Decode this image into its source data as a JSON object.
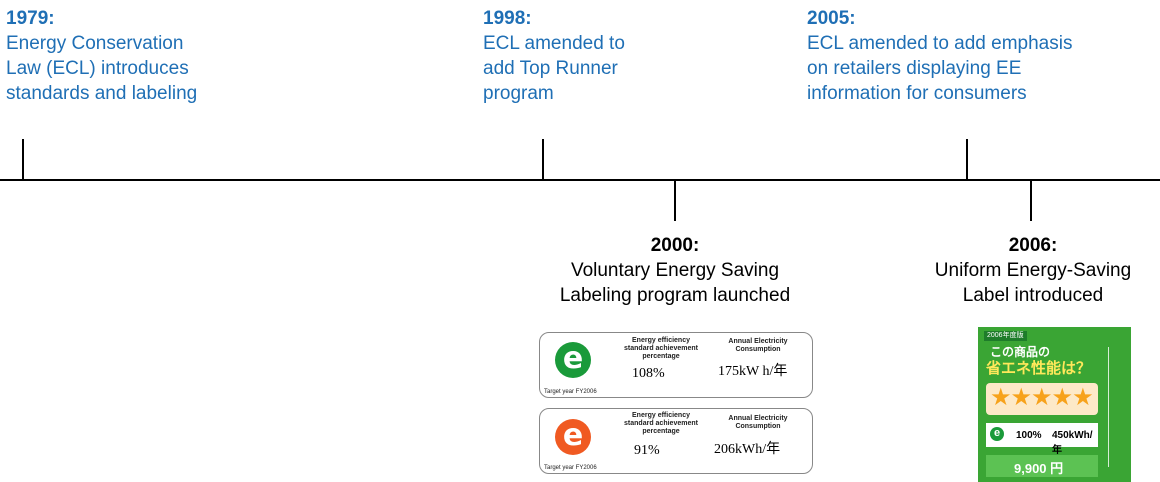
{
  "milestones_top": [
    {
      "year": "1979:",
      "lines": [
        "Energy Conservation",
        "Law (ECL) introduces",
        "standards  and labeling"
      ]
    },
    {
      "year": "1998:",
      "lines": [
        "ECL amended to",
        "add Top Runner",
        "program"
      ]
    },
    {
      "year": "2005:",
      "lines": [
        "ECL  amended to add emphasis",
        "on retailers displaying EE",
        "information for consumers"
      ]
    }
  ],
  "milestones_bottom": [
    {
      "year": "2000:",
      "lines": [
        "Voluntary Energy Saving",
        "Labeling program launched"
      ]
    },
    {
      "year": "2006:",
      "lines": [
        "Uniform Energy-Saving",
        "Label introduced"
      ]
    }
  ],
  "label_green": {
    "color": "#1a9a3a",
    "head1": "Energy efficiency standard achievement percentage",
    "head2": "Annual Electricity Consumption",
    "value1": "108%",
    "value2": "175kW h/年",
    "target": "Target year FY2006"
  },
  "label_orange": {
    "color": "#f05a22",
    "head1": "Energy efficiency standard achievement percentage",
    "head2": "Annual Electricity Consumption",
    "value1": "91%",
    "value2": "206kWh/年",
    "target": "Target year FY2006"
  },
  "uniform_label": {
    "badge": "2006年度版",
    "title1": "この商品の",
    "title2": "省エネ性能は？",
    "stars": "★★★★★",
    "value_pct": "100%",
    "value_kwh": "450kWh/年",
    "cost": "9,900 円"
  }
}
